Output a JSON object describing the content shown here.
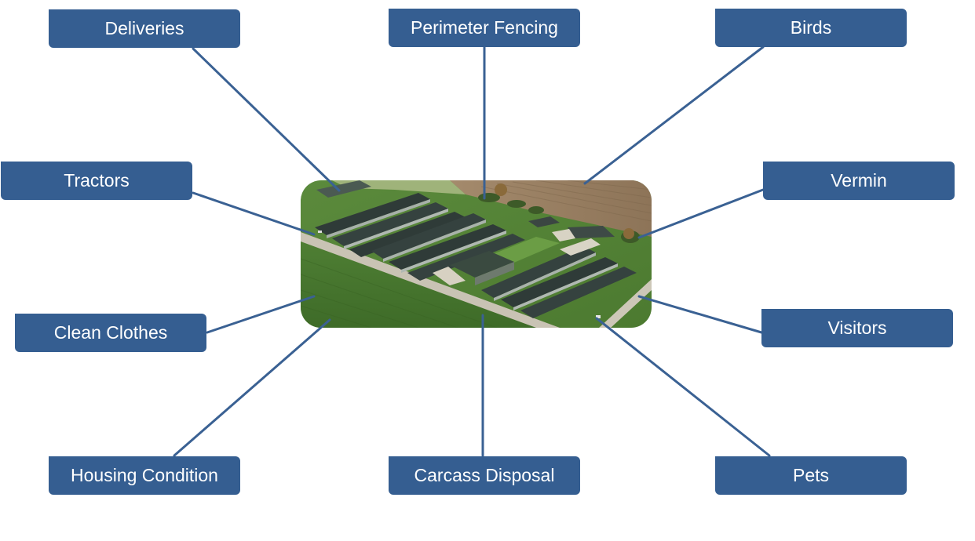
{
  "diagram": {
    "labels": {
      "deliveries": "Deliveries",
      "perimeter_fencing": "Perimeter Fencing",
      "birds": "Birds",
      "tractors": "Tractors",
      "vermin": "Vermin",
      "clean_clothes": "Clean Clothes",
      "visitors": "Visitors",
      "housing_condition": "Housing Condition",
      "carcass_disposal": "Carcass Disposal",
      "pets": "Pets"
    },
    "photo": {
      "subject": "aerial view of poultry farm with long sheds"
    },
    "colors": {
      "box_fill": "#355e91",
      "connector": "#3a6193",
      "label_text": "#ffffff"
    }
  }
}
